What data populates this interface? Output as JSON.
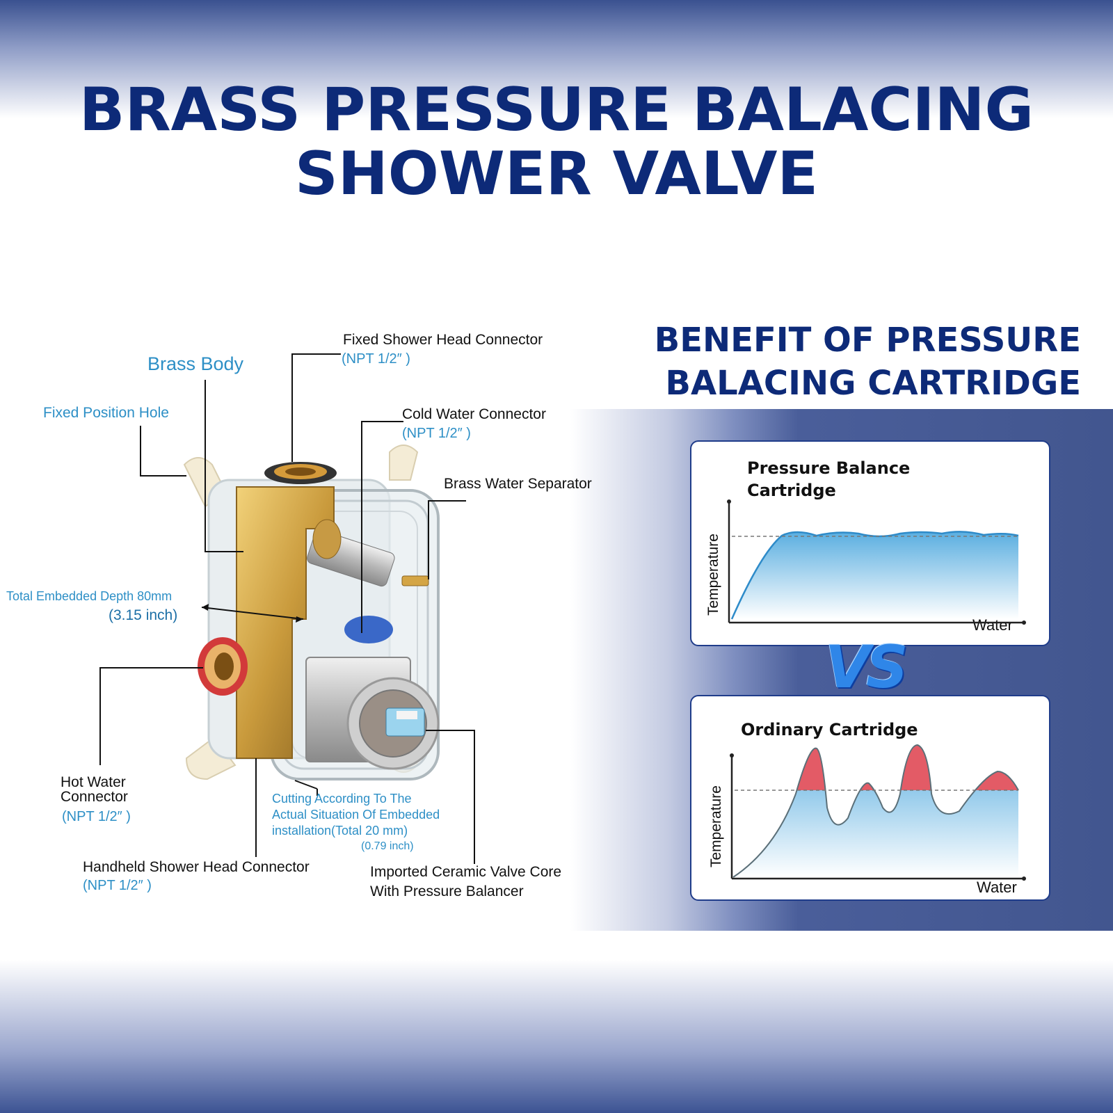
{
  "title": {
    "line1": "BRASS PRESSURE BALACING",
    "line2": "SHOWER VALVE"
  },
  "benefit": {
    "line1": "BENEFIT OF PRESSURE",
    "line2": "BALACING CARTRIDGE"
  },
  "labels": {
    "brass_body": "Brass Body",
    "fixed_position_hole": "Fixed Position Hole",
    "fixed_shower_head": "Fixed Shower Head Connector",
    "fixed_shower_head_npt": "(NPT 1/2″ )",
    "cold_water": "Cold Water Connector",
    "cold_water_npt": "(NPT 1/2″ )",
    "brass_separator": "Brass Water Separator",
    "depth": "Total Embedded Depth 80mm",
    "depth_inch": "(3.15 inch)",
    "hot_water_1": "Hot Water",
    "hot_water_2": "Connector",
    "hot_water_npt": "(NPT 1/2″ )",
    "cutting_1": "Cutting According To The",
    "cutting_2": "Actual Situation Of Embedded",
    "cutting_3": "installation(Total 20 mm)",
    "cutting_inch": "(0.79 inch)",
    "handheld": "Handheld Shower Head Connector",
    "handheld_npt": "(NPT 1/2″ )",
    "ceramic_1": "Imported Ceramic Valve Core",
    "ceramic_2": "With Pressure Balancer"
  },
  "charts": [
    {
      "title_1": "Pressure Balance",
      "title_2": "Cartridge",
      "ylabel": "Temperature",
      "xlabel": "Water"
    },
    {
      "title_1": "Ordinary Cartridge",
      "ylabel": "Temperature",
      "xlabel": "Water"
    }
  ],
  "vs": "VS",
  "colors": {
    "navy": "#0d2a78",
    "label_blue": "#2d8fc6",
    "fill_blue": "#5aaee0",
    "peak_red": "#e35b66"
  }
}
